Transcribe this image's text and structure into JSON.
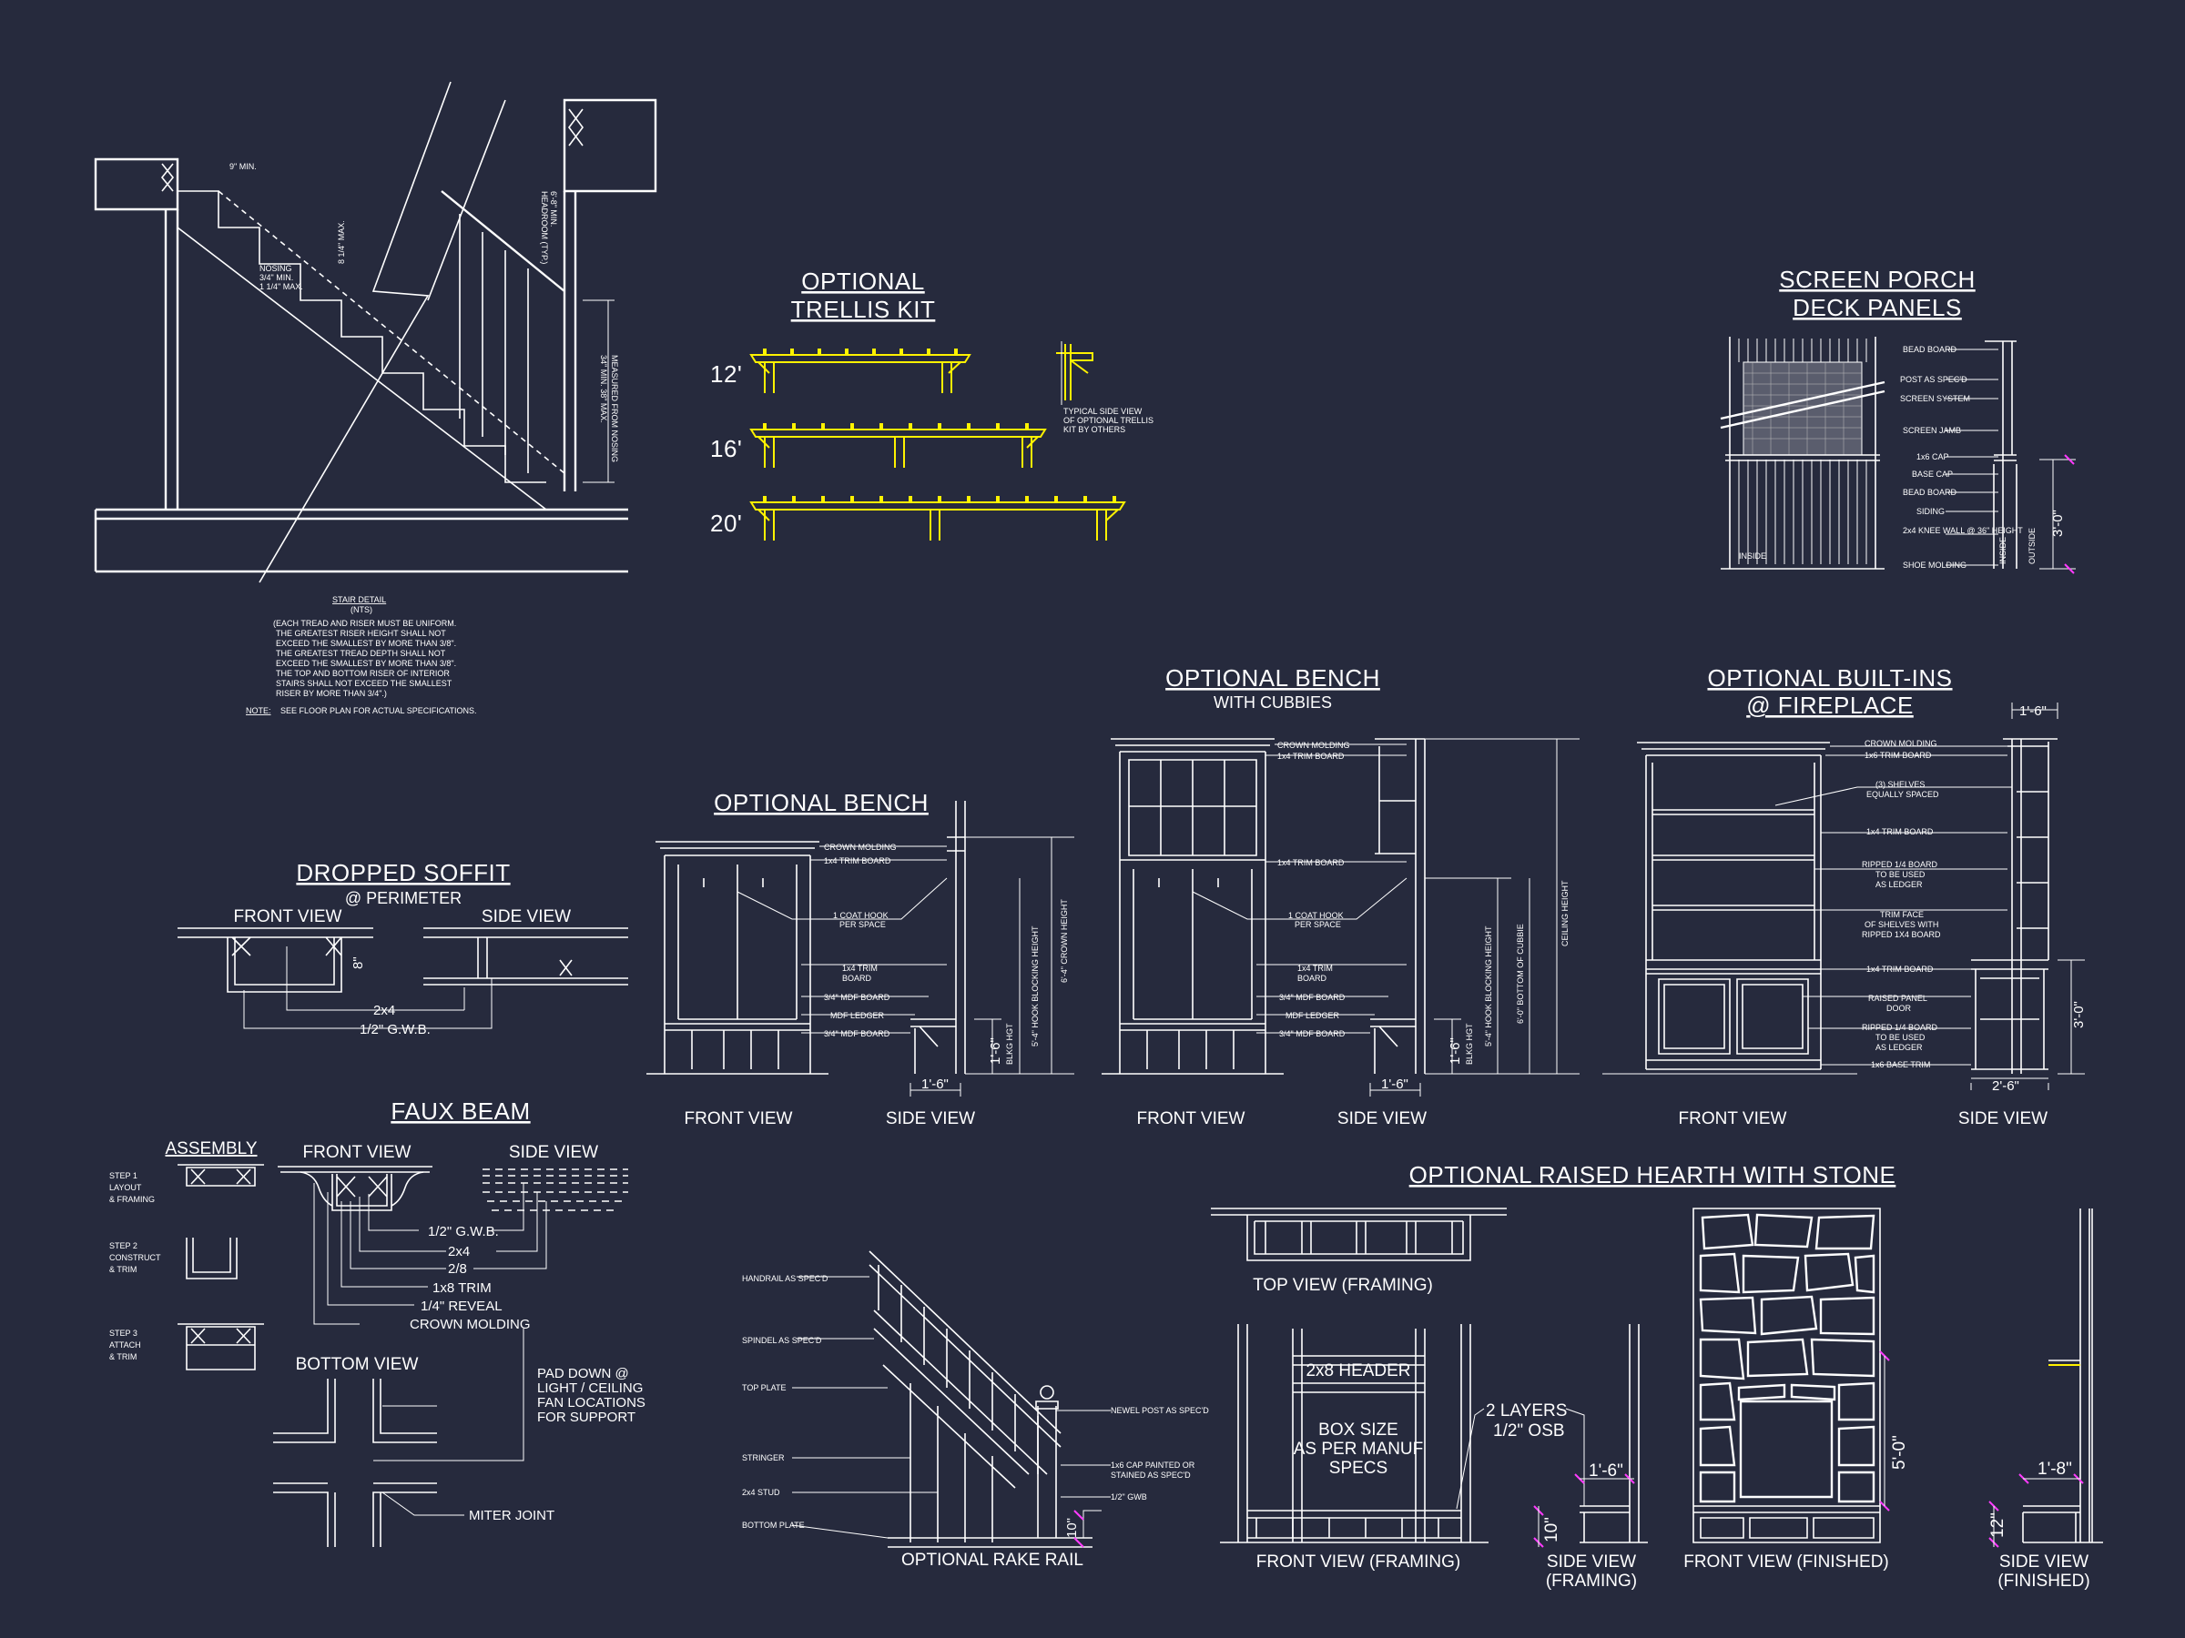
{
  "colors": {
    "background": "#262a3d",
    "linework": "#ffffff",
    "highlight": "#fff200",
    "dimension_ticks": "#ff3bff"
  },
  "stair": {
    "title": "STAIR DETAIL",
    "scale": "(NTS)",
    "notes": [
      "(EACH TREAD AND RISER MUST BE UNIFORM.",
      "THE GREATEST RISER HEIGHT SHALL NOT",
      "EXCEED THE SMALLEST BY MORE THAN  3/8\".",
      "THE GREATEST TREAD DEPTH SHALL NOT",
      "EXCEED THE SMALLEST BY MORE THAN  3/8\".",
      "THE TOP AND BOTTOM RISER OF INTERIOR",
      "STAIRS SHALL NOT EXCEED THE SMALLEST",
      "RISER BY MORE THAN 3/4\".)"
    ],
    "note_label": "NOTE:",
    "note_text": "SEE FLOOR PLAN FOR ACTUAL SPECIFICATIONS.",
    "labels": {
      "tread_min": "9\" MIN.",
      "riser_max": "8 1/4\" MAX.",
      "nosing": "NOSING",
      "nosing_min": "3/4\" MIN.",
      "nosing_max": "1 1/4\" MAX.",
      "headroom": "6'-8\" MIN.",
      "headroom_note": "HEADROOM (TYP.)",
      "rail_height": "34\" MIN. 38\" MAX.",
      "rail_note": "MEASURED FROM NOSING"
    }
  },
  "trellis": {
    "title_line1": "OPTIONAL",
    "title_line2": "TRELLIS KIT",
    "sizes": [
      "12'",
      "16'",
      "20'"
    ],
    "side_note": [
      "TYPICAL SIDE VIEW",
      "OF OPTIONAL TRELLIS",
      "KIT BY OTHERS"
    ]
  },
  "screen_porch": {
    "title_line1": "SCREEN PORCH",
    "title_line2": "DECK PANELS",
    "callouts": [
      "BEAD BOARD",
      "POST AS SPEC'D",
      "SCREEN SYSTEM",
      "SCREEN JAMB",
      "1x6 CAP",
      "BASE CAP",
      "BEAD BOARD",
      "SIDING",
      "2x4 KNEE WALL @ 36\" HEIGHT",
      "SHOE MOLDING"
    ],
    "inside": "INSIDE",
    "outside": "OUTSIDE",
    "dim": "3'-0\""
  },
  "bench": {
    "title": "OPTIONAL BENCH",
    "callouts": [
      "CROWN MOLDING",
      "1x4 TRIM BOARD",
      "1 COAT HOOK",
      "PER SPACE",
      "1x4 TRIM",
      "BOARD",
      "3/4\" MDF BOARD",
      "MDF LEDGER",
      "3/4\" MDF BOARD"
    ],
    "dims": {
      "bench": "1'-6\"",
      "bench_height": "1'-6\"",
      "blocking_label": "BLKG HGT",
      "hook": "5'-4\" HOOK BLOCKING HEIGHT",
      "crown": "6'-4\" CROWN HEIGHT"
    },
    "front_view": "FRONT VIEW",
    "side_view": "SIDE VIEW"
  },
  "bench_cubbies": {
    "title": "OPTIONAL BENCH",
    "subtitle": "WITH CUBBIES",
    "callouts": [
      "CROWN MOLDING",
      "1x4 TRIM BOARD",
      "1x4 TRIM BOARD",
      "1 COAT HOOK",
      "PER SPACE",
      "1x4 TRIM",
      "BOARD",
      "3/4\" MDF BOARD",
      "MDF LEDGER",
      "3/4\" MDF BOARD"
    ],
    "dims": {
      "bench": "1'-6\"",
      "bench_height": "1'-6\"",
      "blocking_label": "BLKG HGT",
      "hook": "5'-4\" HOOK BLOCKING HEIGHT",
      "cubbie": "6'-0\" BOTTOM OF CUBBIE",
      "ceiling": "CEILING HEIGHT"
    },
    "front_view": "FRONT VIEW",
    "side_view": "SIDE VIEW"
  },
  "builtins": {
    "title_line1": "OPTIONAL BUILT-INS",
    "title_line2": "@ FIREPLACE",
    "callouts": [
      "CROWN MOLDING",
      "1x6 TRIM BOARD",
      "(3) SHELVES",
      "EQUALLY SPACED",
      "1x4 TRIM BOARD",
      "RIPPED 1/4 BOARD",
      "TO BE USED",
      "AS LEDGER",
      "TRIM FACE",
      "OF SHELVES WITH",
      "RIPPED 1X4 BOARD",
      "1x4 TRIM BOARD",
      "RAISED PANEL",
      "DOOR",
      "RIPPED 1/4 BOARD",
      "TO BE USED",
      "AS LEDGER",
      "1x6 BASE TRIM"
    ],
    "dims": {
      "top": "1'-6\"",
      "base": "2'-6\"",
      "height": "3'-0\""
    },
    "front_view": "FRONT VIEW",
    "side_view": "SIDE VIEW"
  },
  "soffit": {
    "title": "DROPPED SOFFIT",
    "subtitle": "@ PERIMETER",
    "front_view": "FRONT VIEW",
    "side_view": "SIDE VIEW",
    "callouts": [
      "2x4",
      "1/2\" G.W.B."
    ],
    "dim": "8\""
  },
  "faux_beam": {
    "title": "FAUX BEAM",
    "assembly": "ASSEMBLY",
    "front_view": "FRONT VIEW",
    "side_view": "SIDE VIEW",
    "bottom_view": "BOTTOM VIEW",
    "steps": [
      {
        "line1": "STEP 1",
        "line2": "LAYOUT",
        "line3": "& FRAMING"
      },
      {
        "line1": "STEP 2",
        "line2": "CONSTRUCT",
        "line3": "& TRIM"
      },
      {
        "line1": "STEP 3",
        "line2": "ATTACH",
        "line3": "& TRIM"
      }
    ],
    "callouts": [
      "1/2\" G.W.B.",
      "2x4",
      "2/8",
      "1x8 TRIM",
      "1/4\" REVEAL",
      "CROWN MOLDING"
    ],
    "pad_note": [
      "PAD DOWN @",
      "LIGHT / CEILING",
      "FAN LOCATIONS",
      "FOR SUPPORT"
    ],
    "miter": "MITER JOINT"
  },
  "rake_rail": {
    "title": "OPTIONAL RAKE RAIL",
    "left_labels": [
      "HANDRAIL AS SPEC'D",
      "SPINDEL AS SPEC'D",
      "TOP PLATE",
      "STRINGER",
      "2x4 STUD",
      "BOTTOM PLATE"
    ],
    "right_labels": [
      "NEWEL POST AS SPEC'D",
      "1x6 CAP PAINTED OR",
      "STAINED AS SPEC'D",
      "1/2\" GWB"
    ],
    "dim": "10\""
  },
  "hearth": {
    "title": "OPTIONAL RAISED HEARTH WITH STONE",
    "top_view": "TOP VIEW (FRAMING)",
    "header": "2x8 HEADER",
    "box_line1": "BOX SIZE",
    "box_line2": "AS PER MANUF",
    "box_line3": "SPECS",
    "osb_line1": "2 LAYERS",
    "osb_line2": "1/2\" OSB",
    "front_framing": "FRONT VIEW (FRAMING)",
    "side_framing_line1": "SIDE VIEW",
    "side_framing_line2": "(FRAMING)",
    "front_finished": "FRONT VIEW (FINISHED)",
    "side_finished_line1": "SIDE VIEW",
    "side_finished_line2": "(FINISHED)",
    "dims": {
      "depth_framing": "1'-6\"",
      "height_framing": "10\"",
      "height_finished": "12\"",
      "depth_finished": "1'-8\"",
      "stone_height": "5'-0\""
    }
  }
}
